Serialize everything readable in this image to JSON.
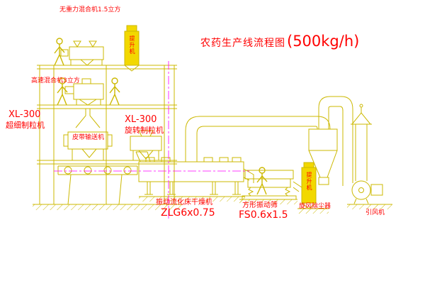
{
  "title": {
    "text": "农药生产线流程图",
    "capacity": "(500kg/h)"
  },
  "equipment_labels": {
    "gravity_mixer": "无重力混合机1.5立方",
    "high_speed_mixer": "高速混合机3立方",
    "granulator_left": {
      "model": "XL-300",
      "name": "超细制粒机"
    },
    "granulator_center": {
      "model": "XL-300",
      "name": "旋转制粒机"
    },
    "belt_conveyor": "皮带输送机",
    "fluid_bed_dryer": {
      "name": "振动流化床干燥机",
      "model": "ZLG6x0.75"
    },
    "vibrating_screen": {
      "name": "方形振动筛",
      "model": "FS0.6x1.5"
    },
    "cyclone": "旋风除尘器",
    "induced_draft_fan": "引风机",
    "elevator_top": "提升机",
    "elevator_right": "提升机"
  },
  "colors": {
    "line_yellow": "#ccb800",
    "label_red": "#ff0000",
    "centerline_magenta": "#ff00ff",
    "elevator_fill": "#f2d800",
    "background": "#ffffff"
  }
}
